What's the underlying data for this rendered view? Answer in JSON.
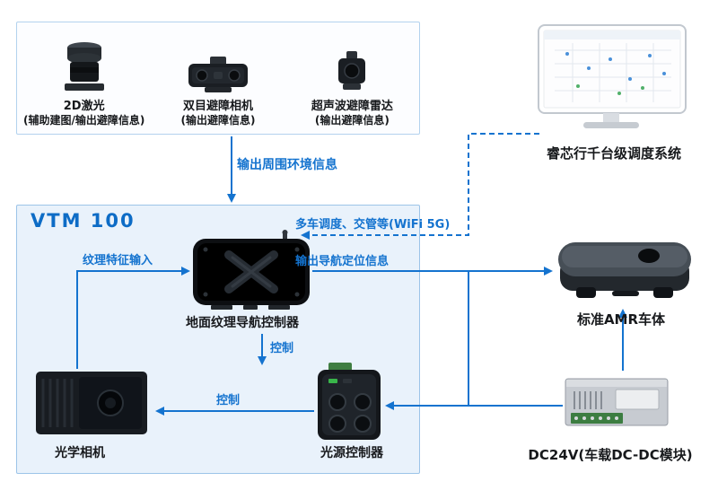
{
  "colors": {
    "accent_blue": "#1473cf",
    "vtm_box_fill": "#e9f2fb",
    "vtm_box_border": "#9cc4e8",
    "sensor_panel_border": "#b3d2ee"
  },
  "sensors": {
    "items": [
      {
        "label": "2D激光",
        "desc": "(辅助建图/输出避障信息)"
      },
      {
        "label": "双目避障相机",
        "desc": "(输出避障信息)"
      },
      {
        "label": "超声波避障雷达",
        "desc": "(输出避障信息)"
      }
    ]
  },
  "vtm": {
    "title": "VTM 100",
    "controller_label": "地面纹理导航控制器",
    "optical_camera_label": "光学相机",
    "light_controller_label": "光源控制器"
  },
  "external": {
    "dispatch_label": "睿芯行千台级调度系统",
    "amr_label": "标准AMR车体",
    "psu_label": "DC24V(车载DC-DC模块)"
  },
  "edges": {
    "env_output": "输出周围环境信息",
    "wifi": "多车调度、交管等(WiFi 5G)",
    "nav_output": "输出导航定位信息",
    "texture_input": "纹理特征输入",
    "control_light": "控制",
    "control_camera": "控制"
  }
}
